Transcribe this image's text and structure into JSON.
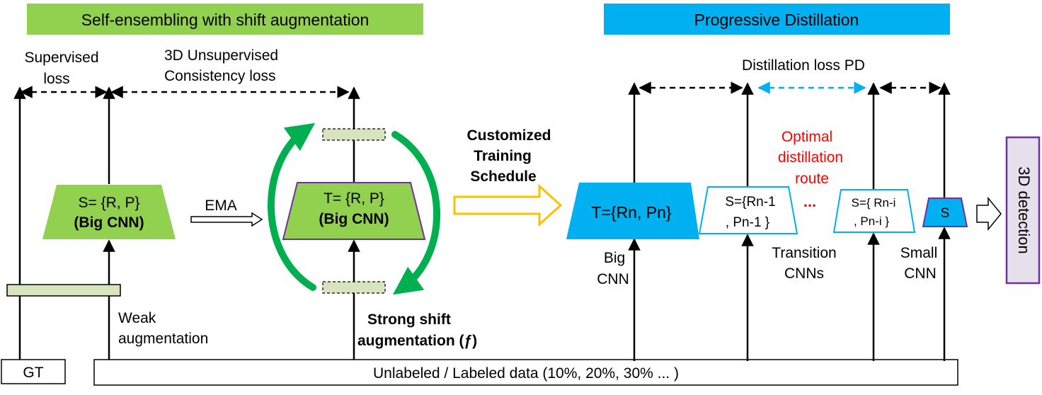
{
  "left_section": {
    "header": "Self-ensembling with shift augmentation",
    "supervised_loss": [
      "Supervised",
      "loss"
    ],
    "consistency_loss": [
      "3D Unsupervised",
      "Consistency  loss"
    ],
    "student": [
      "S= {R, P}",
      "(Big CNN)"
    ],
    "ema": "EMA",
    "teacher": [
      "T= {R, P}",
      "(Big CNN)"
    ],
    "weak_aug": [
      "Weak",
      "augmentation"
    ],
    "strong_aug": [
      "Strong shift",
      "augmentation (ƒ)"
    ],
    "gt": "GT"
  },
  "schedule": [
    "Customized",
    "Training",
    "Schedule"
  ],
  "right_section": {
    "header": "Progressive Distillation",
    "distill_loss": "Distillation loss PD",
    "optimal_route": [
      "Optimal",
      "distillation",
      "route"
    ],
    "teacher_big": "T={Rn, Pn}",
    "big_cnn": [
      "Big",
      "CNN"
    ],
    "transition_1": [
      "S={Rn-1",
      ", Pn-1 }"
    ],
    "ellipsis": "...",
    "transition_i": [
      "S={ Rn-i",
      ", Pn-i }"
    ],
    "transition_label": [
      "Transition",
      "CNNs"
    ],
    "small_s": "S",
    "small_cnn": [
      "Small",
      "CNN"
    ],
    "detection": "3D detection"
  },
  "data_bar": "Unlabeled / Labeled data (10%, 20%, 30% ... )",
  "colors": {
    "green_header": "#92d050",
    "blue_header": "#00b0f0",
    "box_green": "#92d050",
    "teacher_border": "#7030a0",
    "light_green_bar": "#d7e4bd",
    "cyan": "#00b0f0",
    "red_text": "#ff0000",
    "yellow_arrow": "#ffc000",
    "dark_green_arrow": "#00b050",
    "detection_fill": "#e6e0ec",
    "detection_border": "#7030a0"
  }
}
